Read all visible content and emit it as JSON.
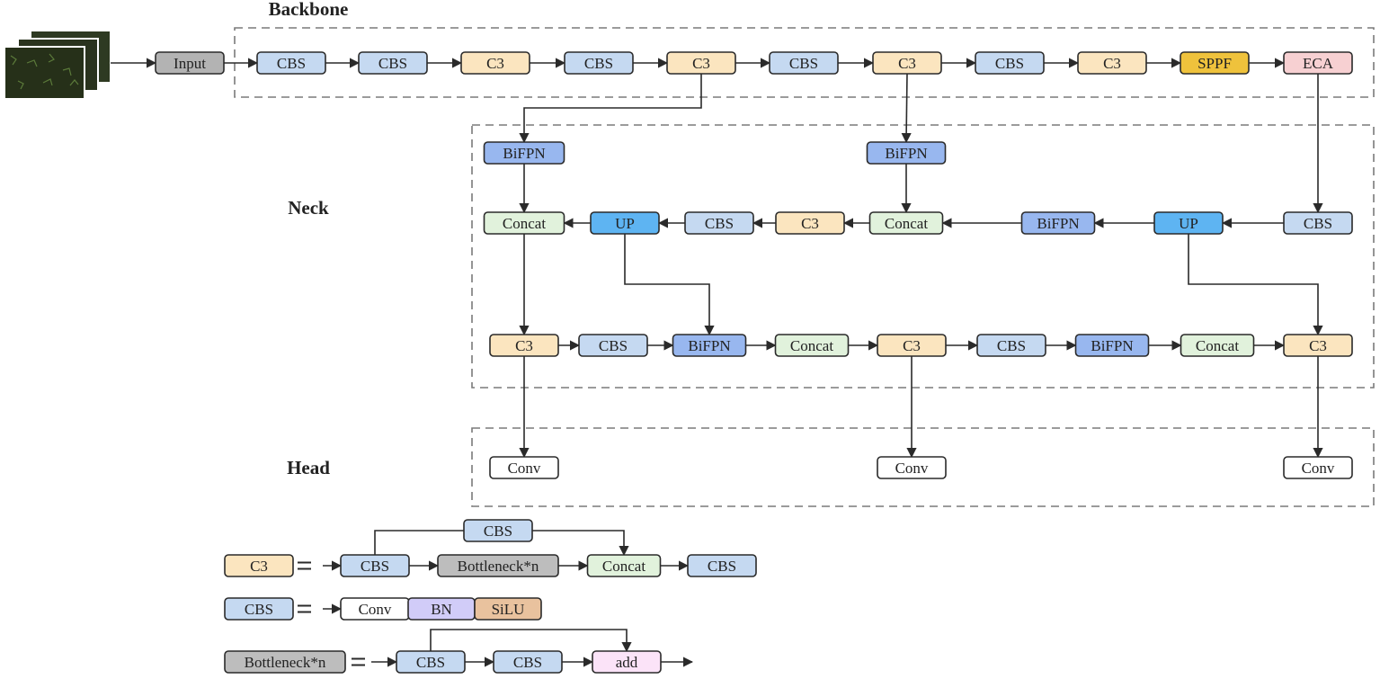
{
  "sections": {
    "backbone": "Backbone",
    "neck": "Neck",
    "head": "Head"
  },
  "colors": {
    "cbs": "#c5d9f1",
    "c3": "#fbe5bf",
    "input": "#b3b3b3",
    "sppf": "#efc23c",
    "eca": "#f7d0d2",
    "bifpn": "#98b7ef",
    "concat": "#e1f2dc",
    "up": "#5eb4f2",
    "conv": "#ffffff",
    "bn": "#d1ccf8",
    "silu": "#e9c29e",
    "bottleneck": "#bdbdbd",
    "add": "#fbe3f8"
  },
  "input_image": {
    "icon": "stacked-input-images-icon",
    "count": 3
  },
  "blocks": {
    "input": "Input",
    "b1": "CBS",
    "b2": "CBS",
    "b3": "C3",
    "b4": "CBS",
    "b5": "C3",
    "b6": "CBS",
    "b7": "C3",
    "b8": "CBS",
    "b9": "C3",
    "b10": "SPPF",
    "b11": "ECA",
    "n_bifpn1": "BiFPN",
    "n_bifpn2": "BiFPN",
    "n_concat1": "Concat",
    "n_up1": "UP",
    "n_cbs1": "CBS",
    "n_c3_1": "C3",
    "n_concat2": "Concat",
    "n_bifpn3": "BiFPN",
    "n_up2": "UP",
    "n_cbs2": "CBS",
    "n_c3_2": "C3",
    "n_cbs3": "CBS",
    "n_bifpn4": "BiFPN",
    "n_concat3": "Concat",
    "n_c3_3": "C3",
    "n_cbs4": "CBS",
    "n_bifpn5": "BiFPN",
    "n_concat4": "Concat",
    "n_c3_4": "C3",
    "h_conv1": "Conv",
    "h_conv2": "Conv",
    "h_conv3": "Conv",
    "l_c3": "C3",
    "l_c3_cbs1": "CBS",
    "l_c3_bottleneck": "Bottleneck*n",
    "l_c3_concat": "Concat",
    "l_c3_cbs2": "CBS",
    "l_c3_skip_cbs": "CBS",
    "l_cbs": "CBS",
    "l_cbs_conv": "Conv",
    "l_cbs_bn": "BN",
    "l_cbs_silu": "SiLU",
    "l_bn": "Bottleneck*n",
    "l_bn_cbs1": "CBS",
    "l_bn_cbs2": "CBS",
    "l_bn_add": "add"
  }
}
